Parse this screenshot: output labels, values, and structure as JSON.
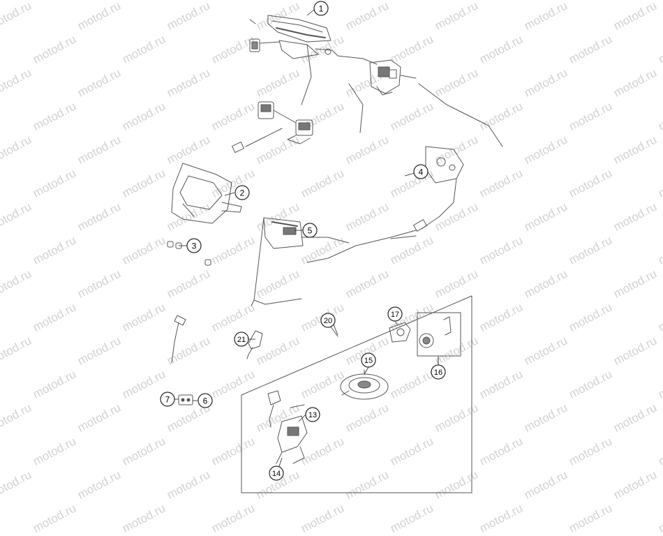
{
  "watermark": {
    "text": "motod.ru"
  },
  "callouts": [
    {
      "id": "callout-1",
      "label": "1"
    },
    {
      "id": "callout-2",
      "label": "2"
    },
    {
      "id": "callout-3",
      "label": "3"
    },
    {
      "id": "callout-4",
      "label": "4"
    },
    {
      "id": "callout-5",
      "label": "5"
    },
    {
      "id": "callout-6",
      "label": "6"
    },
    {
      "id": "callout-7",
      "label": "7"
    },
    {
      "id": "callout-13",
      "label": "13"
    },
    {
      "id": "callout-14",
      "label": "14"
    },
    {
      "id": "callout-15",
      "label": "15"
    },
    {
      "id": "callout-16",
      "label": "16"
    },
    {
      "id": "callout-17",
      "label": "17"
    },
    {
      "id": "callout-20",
      "label": "20"
    },
    {
      "id": "callout-21",
      "label": "21"
    }
  ]
}
